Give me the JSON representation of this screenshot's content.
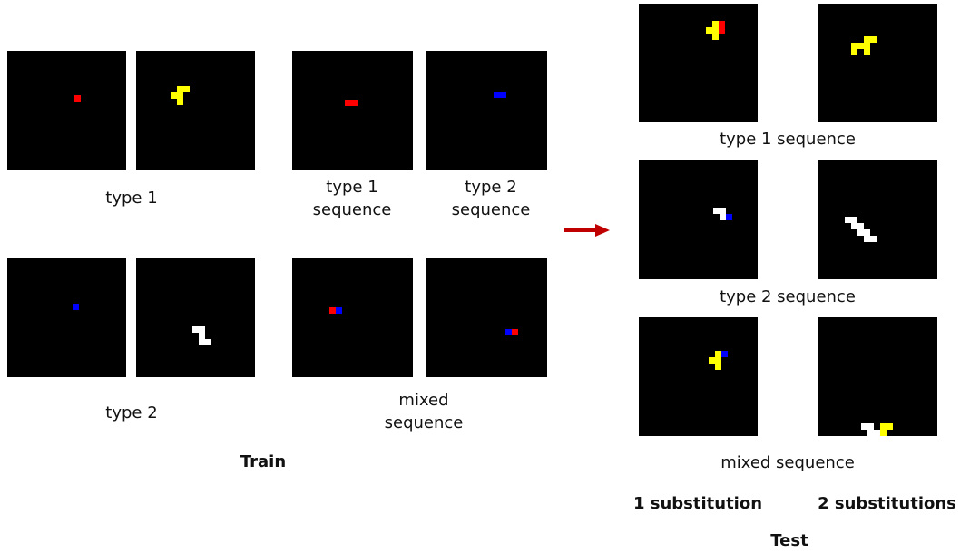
{
  "colors": {
    "red": "#ff0000",
    "yellow": "#ffff00",
    "blue": "#0000ff",
    "white": "#ffffff",
    "background": "#000000",
    "arrow": "#c00000"
  },
  "train": {
    "heading": "Train",
    "labels": {
      "type1": "type 1",
      "type2": "type 2",
      "type1_sequence": "type 1\nsequence",
      "type2_sequence": "type 2\nsequence",
      "mixed_sequence": "mixed\nsequence"
    }
  },
  "test": {
    "heading": "Test",
    "labels": {
      "type1_sequence": "type 1 sequence",
      "type2_sequence": "type 2 sequence",
      "mixed_sequence": "mixed sequence"
    },
    "columns": {
      "left": "1 substitution",
      "right": "2 substitutions"
    }
  }
}
